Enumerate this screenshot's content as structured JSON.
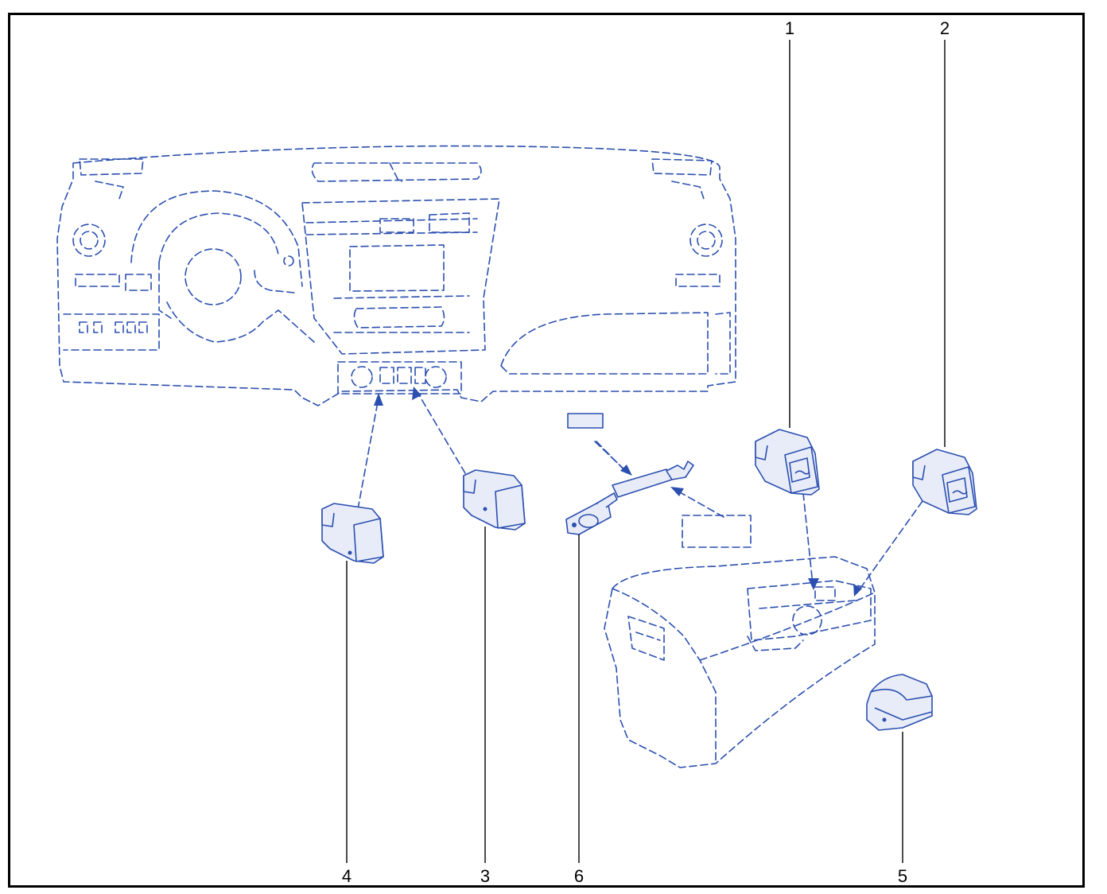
{
  "colors": {
    "line": "#2b4fb0",
    "part_fill": "#e8ecf8",
    "callout": "#000000",
    "border": "#000000"
  },
  "callouts": [
    {
      "id": "1",
      "label": "1"
    },
    {
      "id": "2",
      "label": "2"
    },
    {
      "id": "3",
      "label": "3"
    },
    {
      "id": "4",
      "label": "4"
    },
    {
      "id": "5",
      "label": "5"
    },
    {
      "id": "6",
      "label": "6"
    }
  ],
  "icons": {
    "switch_face_mark": "wave-glyph",
    "heater_symbol": "seat-heater-symbol"
  }
}
